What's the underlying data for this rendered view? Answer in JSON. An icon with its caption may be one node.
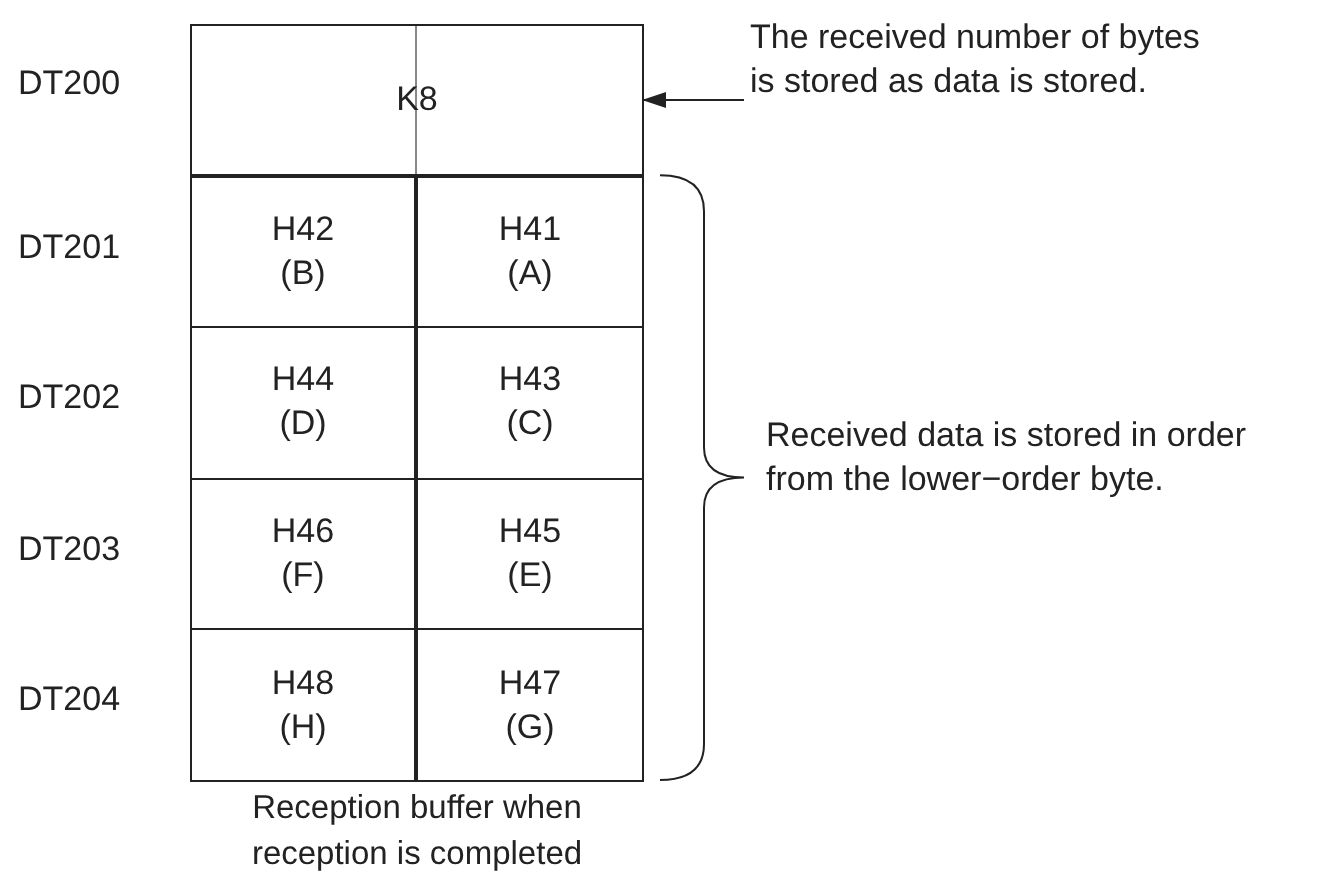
{
  "diagram": {
    "caption": "Reception buffer when reception is completed",
    "nodes": [
      {
        "text": [
          "K8"
        ]
      },
      {
        "text": [
          "The received number of bytes is stored as data is stored."
        ]
      },
      {
        "text": [
          "H42 (B)"
        ]
      },
      {
        "text": [
          "H41 (A)"
        ]
      },
      {
        "text": [
          "H44 (D)"
        ]
      },
      {
        "text": [
          "H43 (C)"
        ]
      },
      {
        "text": [
          "H46 (F)"
        ]
      },
      {
        "text": [
          "H45 (E)"
        ]
      },
      {
        "text": [
          "H48 (H)"
        ]
      },
      {
        "text": [
          "H47 (G)"
        ]
      },
      {
        "text": [
          "Received data is stored in order from the lower−order byte."
        ]
      }
    ],
    "edges": [
      {
        "from": 1,
        "to": 0,
        "arrow": "to"
      }
    ],
    "labels": [
      "DT200",
      "DT201",
      "DT202",
      "DT203",
      "DT204"
    ]
  }
}
